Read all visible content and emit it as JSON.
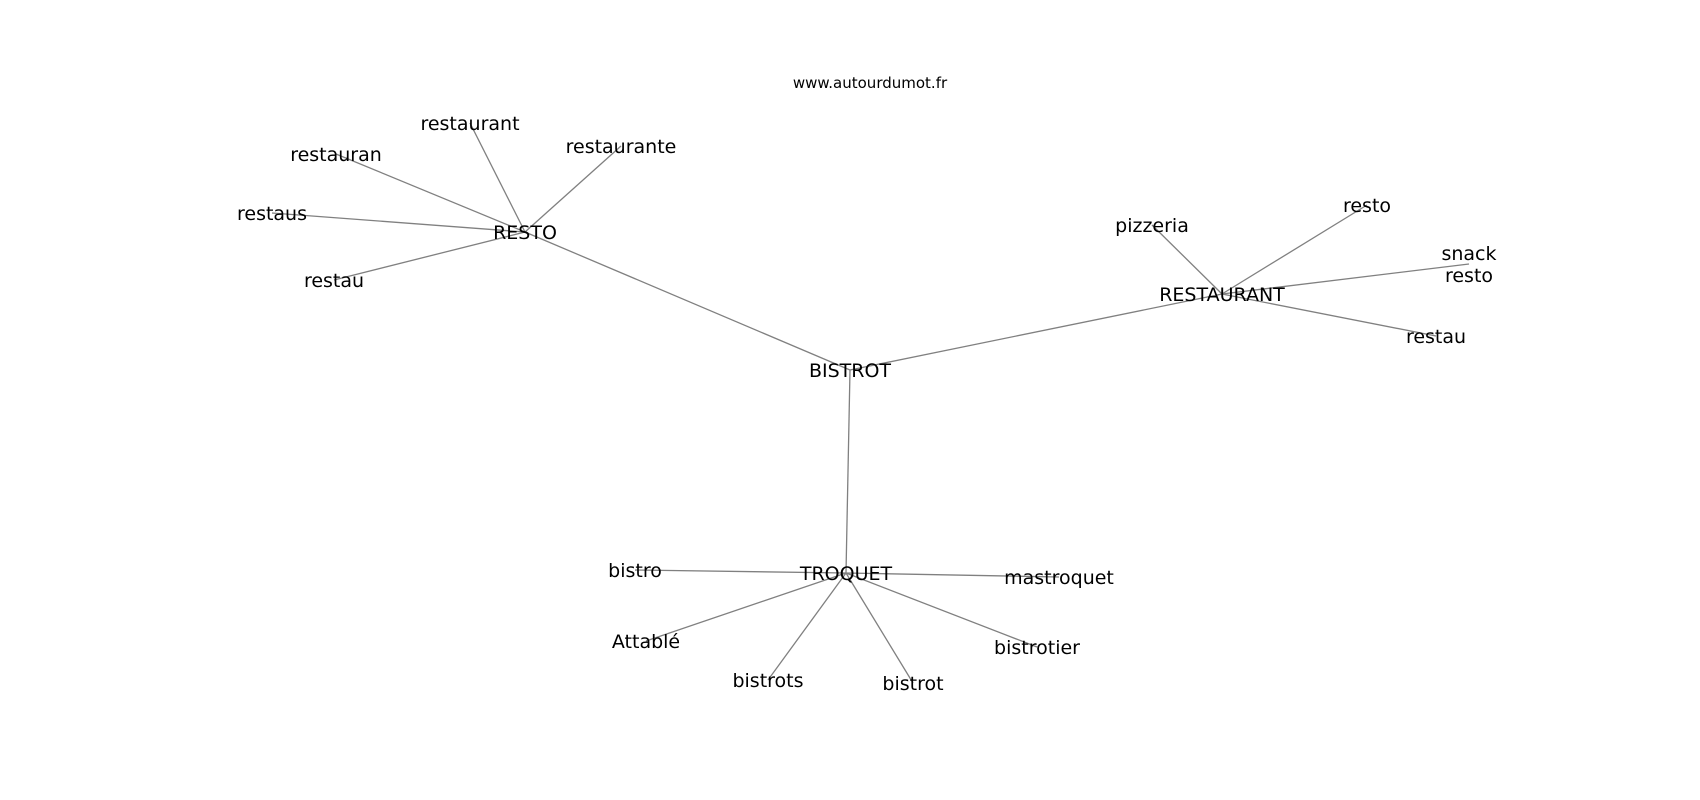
{
  "header": {
    "source": "www.autourdumot.fr"
  },
  "graph": {
    "nodes": [
      {
        "id": "bistrot_center",
        "lines": [
          "BISTROT"
        ]
      },
      {
        "id": "resto_hub",
        "lines": [
          "RESTO"
        ]
      },
      {
        "id": "restaurant_hub",
        "lines": [
          "RESTAURANT"
        ]
      },
      {
        "id": "troquet_hub",
        "lines": [
          "TROQUET"
        ]
      },
      {
        "id": "restaurant",
        "lines": [
          "restaurant"
        ]
      },
      {
        "id": "restaurante",
        "lines": [
          "restaurante"
        ]
      },
      {
        "id": "restauran",
        "lines": [
          "restauran"
        ]
      },
      {
        "id": "restaus",
        "lines": [
          "restaus"
        ]
      },
      {
        "id": "restau_left",
        "lines": [
          "restau"
        ]
      },
      {
        "id": "pizzeria",
        "lines": [
          "pizzeria"
        ]
      },
      {
        "id": "resto",
        "lines": [
          "resto"
        ]
      },
      {
        "id": "snack_resto",
        "lines": [
          "snack",
          "resto"
        ]
      },
      {
        "id": "restau_right",
        "lines": [
          "restau"
        ]
      },
      {
        "id": "bistro",
        "lines": [
          "bistro"
        ]
      },
      {
        "id": "mastroquet",
        "lines": [
          "mastroquet"
        ]
      },
      {
        "id": "attable",
        "lines": [
          "Attablé"
        ]
      },
      {
        "id": "bistrotier",
        "lines": [
          "bistrotier"
        ]
      },
      {
        "id": "bistrots",
        "lines": [
          "bistrots"
        ]
      },
      {
        "id": "bistrot",
        "lines": [
          "bistrot"
        ]
      }
    ],
    "edges": [
      [
        "bistrot_center",
        "resto_hub"
      ],
      [
        "bistrot_center",
        "restaurant_hub"
      ],
      [
        "bistrot_center",
        "troquet_hub"
      ],
      [
        "resto_hub",
        "restaurant"
      ],
      [
        "resto_hub",
        "restaurante"
      ],
      [
        "resto_hub",
        "restauran"
      ],
      [
        "resto_hub",
        "restaus"
      ],
      [
        "resto_hub",
        "restau_left"
      ],
      [
        "restaurant_hub",
        "pizzeria"
      ],
      [
        "restaurant_hub",
        "resto"
      ],
      [
        "restaurant_hub",
        "snack_resto"
      ],
      [
        "restaurant_hub",
        "restau_right"
      ],
      [
        "troquet_hub",
        "bistro"
      ],
      [
        "troquet_hub",
        "mastroquet"
      ],
      [
        "troquet_hub",
        "attable"
      ],
      [
        "troquet_hub",
        "bistrotier"
      ],
      [
        "troquet_hub",
        "bistrots"
      ],
      [
        "troquet_hub",
        "bistrot"
      ]
    ]
  }
}
